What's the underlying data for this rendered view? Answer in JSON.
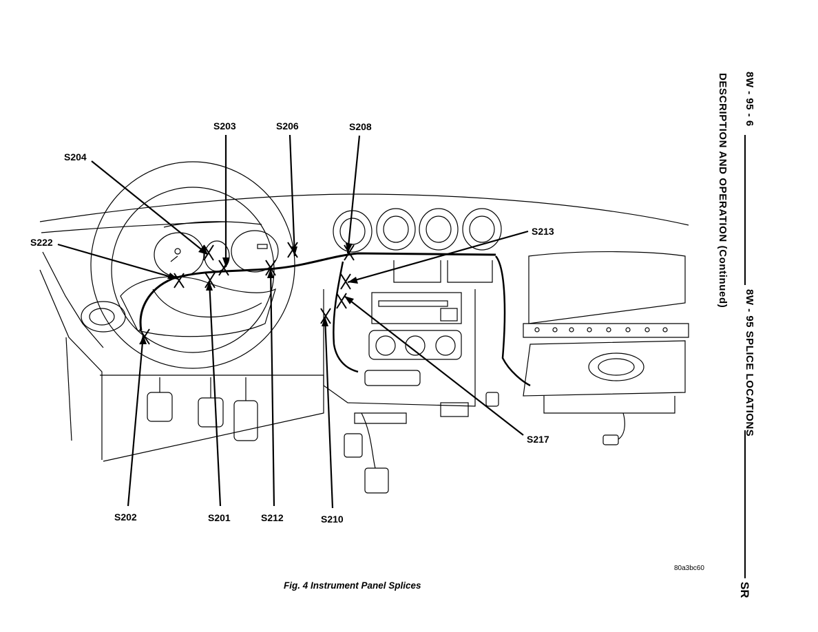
{
  "header": {
    "page_number": "8W - 95 - 6",
    "section_title": "8W - 95 SPLICE LOCATIONS",
    "subsection_title": "DESCRIPTION AND OPERATION (Continued)",
    "code": "SR"
  },
  "figure": {
    "caption": "Fig. 4 Instrument Panel Splices",
    "image_code": "80a3bc60",
    "splices": {
      "s203": "S203",
      "s206": "S206",
      "s208": "S208",
      "s204": "S204",
      "s222": "S222",
      "s213": "S213",
      "s217": "S217",
      "s202": "S202",
      "s201": "S201",
      "s212": "S212",
      "s210": "S210"
    }
  }
}
